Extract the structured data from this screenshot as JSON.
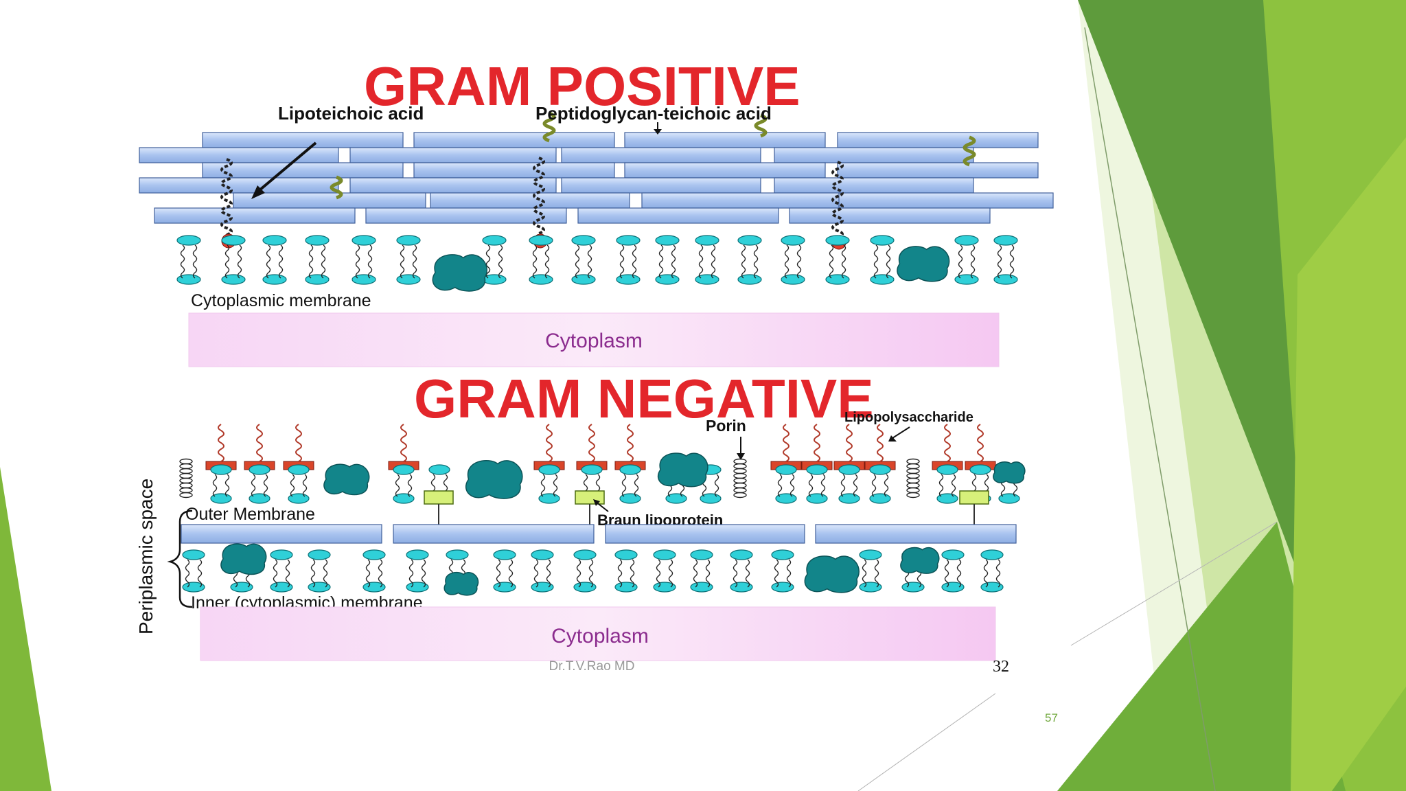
{
  "slide": {
    "slide_number": "57",
    "colors": {
      "green_dark": "#5e9b3c",
      "green_mid": "#7fb83a",
      "green_light": "#a6d052",
      "green_pale": "#d9ecb7"
    }
  },
  "diagram": {
    "gram_positive": {
      "title": "GRAM POSITIVE",
      "label_lipoteichoic": "Lipoteichoic acid",
      "label_peptidoglycan": "Peptidoglycan-teichoic acid",
      "label_membrane": "Cytoplasmic membrane",
      "label_cytoplasm": "Cytoplasm"
    },
    "gram_negative": {
      "title": "GRAM NEGATIVE",
      "label_porin": "Porin",
      "label_lps": "Lipopolysaccharide",
      "label_outer_membrane": "Outer Membrane",
      "label_braun": "Braun lipoprotein",
      "label_periplasmic": "Periplasmic space",
      "label_inner_membrane": "Inner (cytoplasmic) membrane",
      "label_cytoplasm": "Cytoplasm"
    },
    "credit": "Dr.T.V.Rao MD",
    "page_number": "32",
    "colors": {
      "title_red": "#e3262b",
      "peptidoglycan_blue": "#b5ccf2",
      "protein_teal": "#12858a",
      "head_cyan": "#2fd0d8",
      "lps_red": "#d9452a",
      "lipoprotein_yellow": "#d7f07a",
      "cytoplasm_pink": "#f7d6f5"
    }
  }
}
